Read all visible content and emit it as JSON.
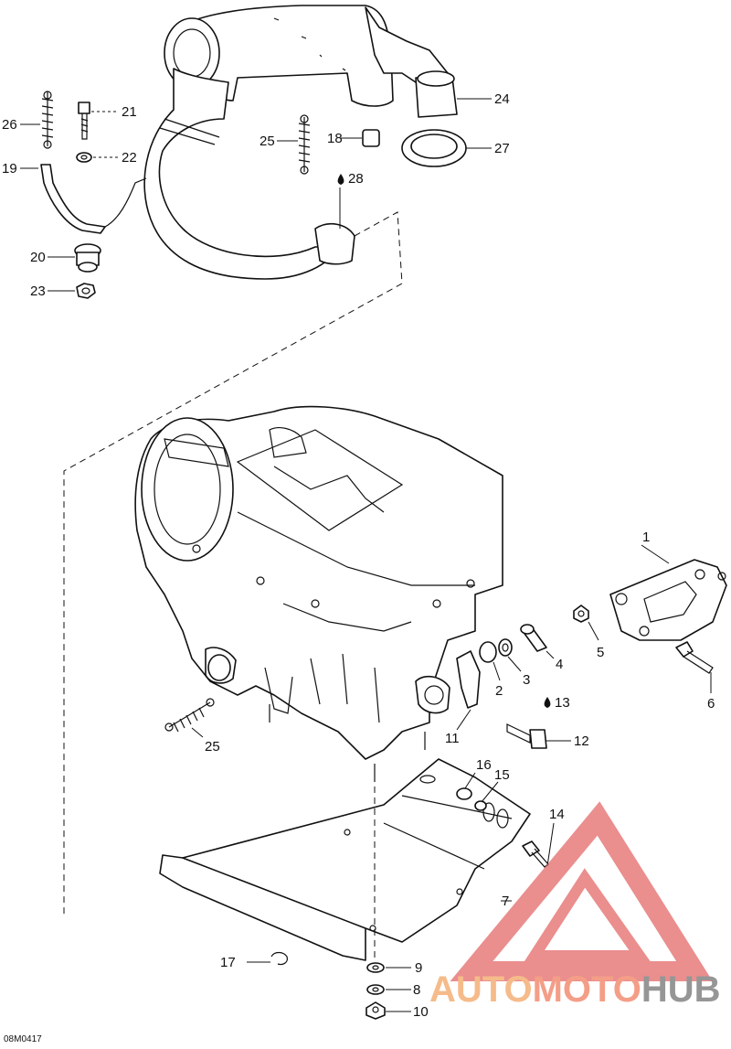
{
  "diagram_ref": "08M0417",
  "callouts": [
    "1",
    "2",
    "3",
    "4",
    "5",
    "6",
    "7",
    "8",
    "9",
    "10",
    "11",
    "12",
    "13",
    "14",
    "15",
    "16",
    "17",
    "18",
    "19",
    "20",
    "21",
    "22",
    "23",
    "24",
    "25",
    "25",
    "26",
    "27",
    "28"
  ],
  "watermark": {
    "part1": "AUTO",
    "part2": "MOTO",
    "part3": "HUB",
    "color_main": "#f2a25e",
    "color_accent": "#e04848",
    "color_dark": "#6f6f6f"
  },
  "colors": {
    "line": "#111111",
    "background": "#ffffff"
  }
}
